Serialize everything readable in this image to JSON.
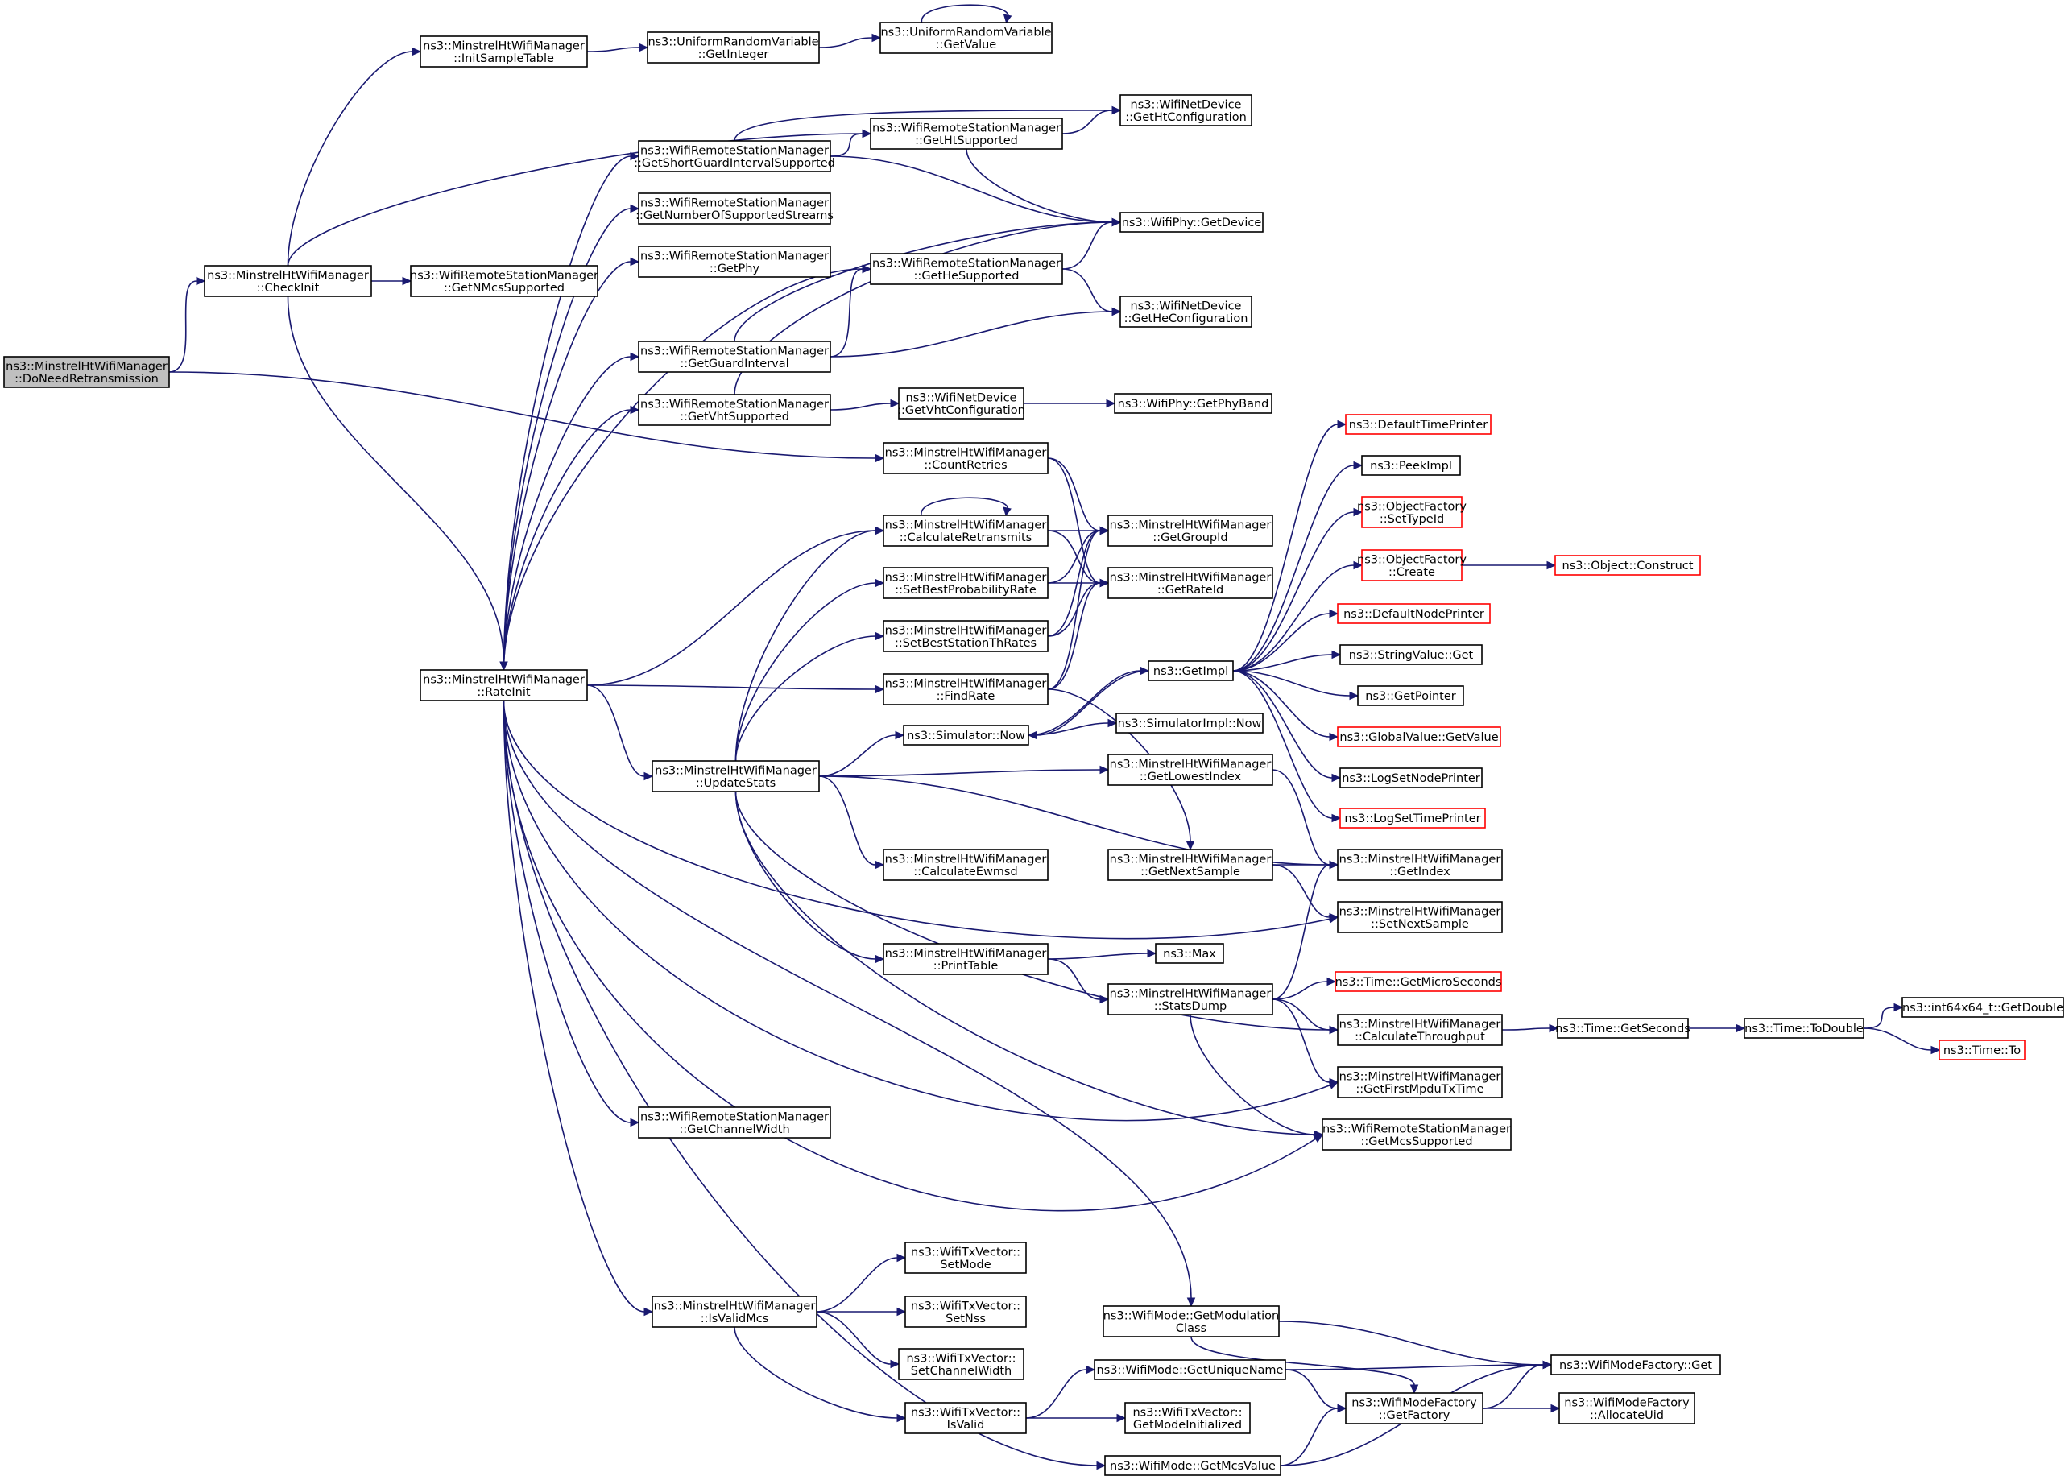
{
  "graph": {
    "colors": {
      "edge": "#191970",
      "node_border": "#000000",
      "truncated_border": "#ff0000",
      "root_fill": "#bfbfbf"
    },
    "nodes": [
      {
        "id": "doneed",
        "lines": [
          "ns3::MinstrelHtWifiManager",
          "::DoNeedRetransmission"
        ],
        "root": true
      },
      {
        "id": "checkinit",
        "lines": [
          "ns3::MinstrelHtWifiManager",
          "::CheckInit"
        ]
      },
      {
        "id": "ratei",
        "lines": [
          "ns3::MinstrelHtWifiManager",
          "::RateInit"
        ]
      },
      {
        "id": "initsample",
        "lines": [
          "ns3::MinstrelHtWifiManager",
          "::InitSampleTable"
        ]
      },
      {
        "id": "urvgetint",
        "lines": [
          "ns3::UniformRandomVariable",
          "::GetInteger"
        ]
      },
      {
        "id": "urvgetval",
        "lines": [
          "ns3::UniformRandomVariable",
          "::GetValue"
        ]
      },
      {
        "id": "getnmcs",
        "lines": [
          "ns3::WifiRemoteStationManager",
          "::GetNMcsSupported"
        ]
      },
      {
        "id": "getsgi",
        "lines": [
          "ns3::WifiRemoteStationManager",
          "::GetShortGuardIntervalSupported"
        ]
      },
      {
        "id": "getnss",
        "lines": [
          "ns3::WifiRemoteStationManager",
          "::GetNumberOfSupportedStreams"
        ]
      },
      {
        "id": "getphy",
        "lines": [
          "ns3::WifiRemoteStationManager",
          "::GetPhy"
        ]
      },
      {
        "id": "getgi",
        "lines": [
          "ns3::WifiRemoteStationManager",
          "::GetGuardInterval"
        ]
      },
      {
        "id": "getvht",
        "lines": [
          "ns3::WifiRemoteStationManager",
          "::GetVhtSupported"
        ]
      },
      {
        "id": "getht",
        "lines": [
          "ns3::WifiRemoteStationManager",
          "::GetHtSupported"
        ]
      },
      {
        "id": "gethe",
        "lines": [
          "ns3::WifiRemoteStationManager",
          "::GetHeSupported"
        ]
      },
      {
        "id": "nethtconf",
        "lines": [
          "ns3::WifiNetDevice",
          "::GetHtConfiguration"
        ]
      },
      {
        "id": "phygetdev",
        "lines": [
          "ns3::WifiPhy::GetDevice"
        ]
      },
      {
        "id": "nethecfg",
        "lines": [
          "ns3::WifiNetDevice",
          "::GetHeConfiguration"
        ]
      },
      {
        "id": "netvhtcfg",
        "lines": [
          "ns3::WifiNetDevice",
          "::GetVhtConfiguration"
        ]
      },
      {
        "id": "phyband",
        "lines": [
          "ns3::WifiPhy::GetPhyBand"
        ]
      },
      {
        "id": "countret",
        "lines": [
          "ns3::MinstrelHtWifiManager",
          "::CountRetries"
        ]
      },
      {
        "id": "calcret",
        "lines": [
          "ns3::MinstrelHtWifiManager",
          "::CalculateRetransmits"
        ]
      },
      {
        "id": "setbestprob",
        "lines": [
          "ns3::MinstrelHtWifiManager",
          "::SetBestProbabilityRate"
        ]
      },
      {
        "id": "setbestth",
        "lines": [
          "ns3::MinstrelHtWifiManager",
          "::SetBestStationThRates"
        ]
      },
      {
        "id": "findrate",
        "lines": [
          "ns3::MinstrelHtWifiManager",
          "::FindRate"
        ]
      },
      {
        "id": "getgroupid",
        "lines": [
          "ns3::MinstrelHtWifiManager",
          "::GetGroupId"
        ]
      },
      {
        "id": "getrateid",
        "lines": [
          "ns3::MinstrelHtWifiManager",
          "::GetRateId"
        ]
      },
      {
        "id": "simnow",
        "lines": [
          "ns3::Simulator::Now"
        ]
      },
      {
        "id": "getimpl",
        "lines": [
          "ns3::GetImpl"
        ]
      },
      {
        "id": "simimplnow",
        "lines": [
          "ns3::SimulatorImpl::Now"
        ]
      },
      {
        "id": "deftimeprinter",
        "lines": [
          "ns3::DefaultTimePrinter"
        ],
        "red": true
      },
      {
        "id": "peekimpl",
        "lines": [
          "ns3::PeekImpl"
        ]
      },
      {
        "id": "ofsettype",
        "lines": [
          "ns3::ObjectFactory",
          "::SetTypeId"
        ],
        "red": true
      },
      {
        "id": "ofcreate",
        "lines": [
          "ns3::ObjectFactory",
          "::Create"
        ],
        "red": true
      },
      {
        "id": "objconstruct",
        "lines": [
          "ns3::Object::Construct"
        ],
        "red": true
      },
      {
        "id": "defnodeprinter",
        "lines": [
          "ns3::DefaultNodePrinter"
        ],
        "red": true
      },
      {
        "id": "strvalget",
        "lines": [
          "ns3::StringValue::Get"
        ]
      },
      {
        "id": "getpointer",
        "lines": [
          "ns3::GetPointer"
        ]
      },
      {
        "id": "gvgetvalue",
        "lines": [
          "ns3::GlobalValue::GetValue"
        ],
        "red": true
      },
      {
        "id": "logsetnode",
        "lines": [
          "ns3::LogSetNodePrinter"
        ]
      },
      {
        "id": "logsettime",
        "lines": [
          "ns3::LogSetTimePrinter"
        ],
        "red": true
      },
      {
        "id": "updatestats",
        "lines": [
          "ns3::MinstrelHtWifiManager",
          "::UpdateStats"
        ]
      },
      {
        "id": "getlowest",
        "lines": [
          "ns3::MinstrelHtWifiManager",
          "::GetLowestIndex"
        ]
      },
      {
        "id": "calcewmsd",
        "lines": [
          "ns3::MinstrelHtWifiManager",
          "::CalculateEwmsd"
        ]
      },
      {
        "id": "getnextsample",
        "lines": [
          "ns3::MinstrelHtWifiManager",
          "::GetNextSample"
        ]
      },
      {
        "id": "getindex",
        "lines": [
          "ns3::MinstrelHtWifiManager",
          "::GetIndex"
        ]
      },
      {
        "id": "setnextsample",
        "lines": [
          "ns3::MinstrelHtWifiManager",
          "::SetNextSample"
        ]
      },
      {
        "id": "printtable",
        "lines": [
          "ns3::MinstrelHtWifiManager",
          "::PrintTable"
        ]
      },
      {
        "id": "max",
        "lines": [
          "ns3::Max"
        ]
      },
      {
        "id": "statsdump",
        "lines": [
          "ns3::MinstrelHtWifiManager",
          "::StatsDump"
        ]
      },
      {
        "id": "getmicros",
        "lines": [
          "ns3::Time::GetMicroSeconds"
        ],
        "red": true
      },
      {
        "id": "calcthr",
        "lines": [
          "ns3::MinstrelHtWifiManager",
          "::CalculateThroughput"
        ]
      },
      {
        "id": "timegetsec",
        "lines": [
          "ns3::Time::GetSeconds"
        ]
      },
      {
        "id": "timetodouble",
        "lines": [
          "ns3::Time::ToDouble"
        ]
      },
      {
        "id": "int64getdouble",
        "lines": [
          "ns3::int64x64_t::GetDouble"
        ]
      },
      {
        "id": "timeto",
        "lines": [
          "ns3::Time::To"
        ],
        "red": true
      },
      {
        "id": "getfirstmpdu",
        "lines": [
          "ns3::MinstrelHtWifiManager",
          "::GetFirstMpduTxTime"
        ]
      },
      {
        "id": "getmcssup",
        "lines": [
          "ns3::WifiRemoteStationManager",
          "::GetMcsSupported"
        ]
      },
      {
        "id": "getchwidth",
        "lines": [
          "ns3::WifiRemoteStationManager",
          "::GetChannelWidth"
        ]
      },
      {
        "id": "isvalidmcs",
        "lines": [
          "ns3::MinstrelHtWifiManager",
          "::IsValidMcs"
        ]
      },
      {
        "id": "txsetmode",
        "lines": [
          "ns3::WifiTxVector::",
          "SetMode"
        ]
      },
      {
        "id": "txsetnss",
        "lines": [
          "ns3::WifiTxVector::",
          "SetNss"
        ]
      },
      {
        "id": "txsetchw",
        "lines": [
          "ns3::WifiTxVector::",
          "SetChannelWidth"
        ]
      },
      {
        "id": "txisvalid",
        "lines": [
          "ns3::WifiTxVector::",
          "IsValid"
        ]
      },
      {
        "id": "modgetmod",
        "lines": [
          "ns3::WifiMode::GetModulation",
          "Class"
        ]
      },
      {
        "id": "modgetuname",
        "lines": [
          "ns3::WifiMode::GetUniqueName"
        ]
      },
      {
        "id": "txgetmodeinit",
        "lines": [
          "ns3::WifiTxVector::",
          "GetModeInitialized"
        ]
      },
      {
        "id": "modgetmcs",
        "lines": [
          "ns3::WifiMode::GetMcsValue"
        ]
      },
      {
        "id": "mfget",
        "lines": [
          "ns3::WifiModeFactory::Get"
        ]
      },
      {
        "id": "mfgetfactory",
        "lines": [
          "ns3::WifiModeFactory",
          "::GetFactory"
        ]
      },
      {
        "id": "mfallocuid",
        "lines": [
          "ns3::WifiModeFactory",
          "::AllocateUid"
        ]
      }
    ]
  }
}
